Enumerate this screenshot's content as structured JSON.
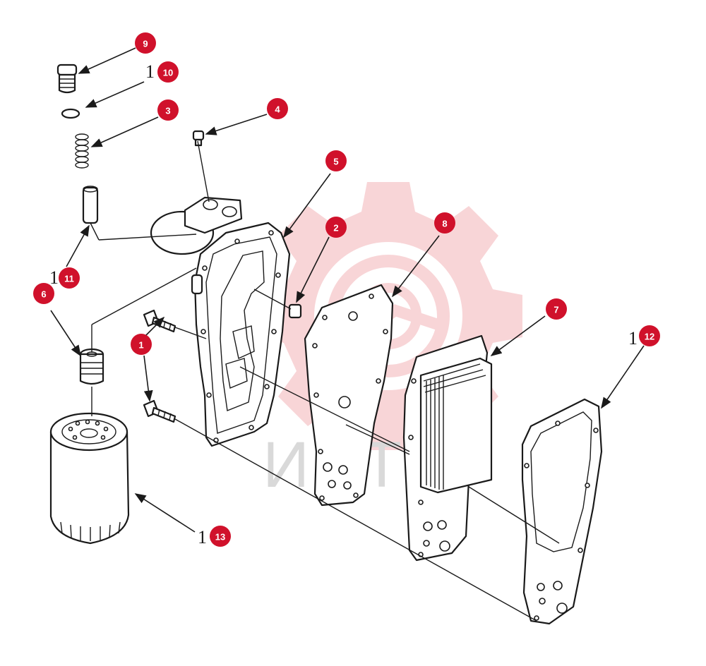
{
  "watermark": {
    "text": "ИНТЕ",
    "color": "#f4b3b8"
  },
  "callout_color": "#d0112b",
  "callouts": [
    {
      "id": "9",
      "label": "9"
    },
    {
      "id": "10",
      "label": "10"
    },
    {
      "id": "3",
      "label": "3"
    },
    {
      "id": "4",
      "label": "4"
    },
    {
      "id": "5",
      "label": "5"
    },
    {
      "id": "2",
      "label": "2"
    },
    {
      "id": "8",
      "label": "8"
    },
    {
      "id": "11",
      "label": "11"
    },
    {
      "id": "6",
      "label": "6"
    },
    {
      "id": "7",
      "label": "7"
    },
    {
      "id": "1",
      "label": "1"
    },
    {
      "id": "12",
      "label": "12"
    },
    {
      "id": "13",
      "label": "13"
    }
  ],
  "original_refs": [
    "1",
    "1",
    "1",
    "1"
  ]
}
